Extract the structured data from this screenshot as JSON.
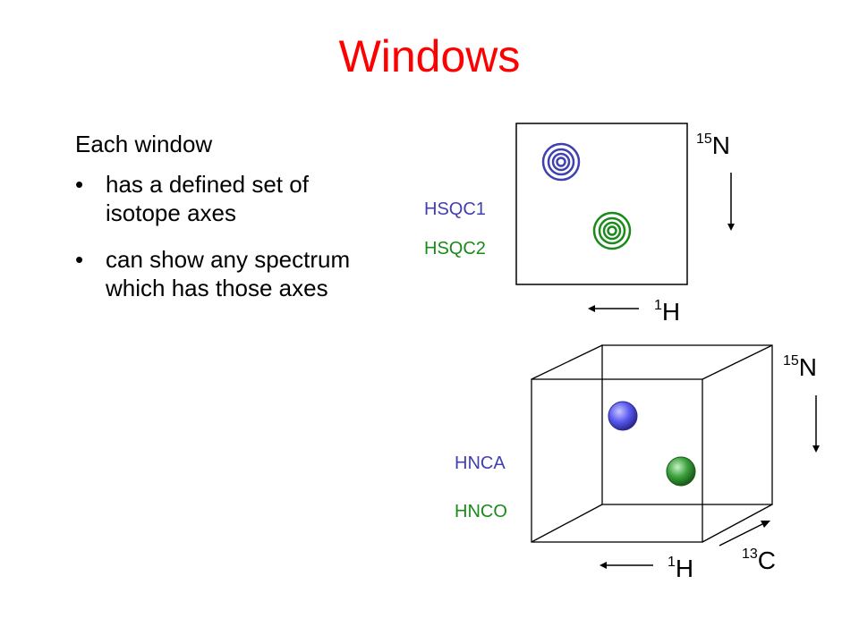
{
  "slide": {
    "title": "Windows",
    "intro": "Each window",
    "bullets": [
      "has a defined set of isotope axes",
      "can show any spectrum which has those axes"
    ],
    "bullet_glyph": "•"
  },
  "window_2d": {
    "spectra": [
      {
        "label": "HSQC1",
        "color": "#4040b0"
      },
      {
        "label": "HSQC2",
        "color": "#1a8a1a"
      }
    ],
    "axis_vertical": {
      "mass": "15",
      "element": "N"
    },
    "axis_horizontal": {
      "mass": "1",
      "element": "H"
    }
  },
  "window_3d": {
    "spectra": [
      {
        "label": "HNCA",
        "color": "#4040b0"
      },
      {
        "label": "HNCO",
        "color": "#1a8a1a"
      }
    ],
    "axis_vertical": {
      "mass": "15",
      "element": "N"
    },
    "axis_horizontal": {
      "mass": "1",
      "element": "H"
    },
    "axis_depth": {
      "mass": "13",
      "element": "C"
    }
  }
}
